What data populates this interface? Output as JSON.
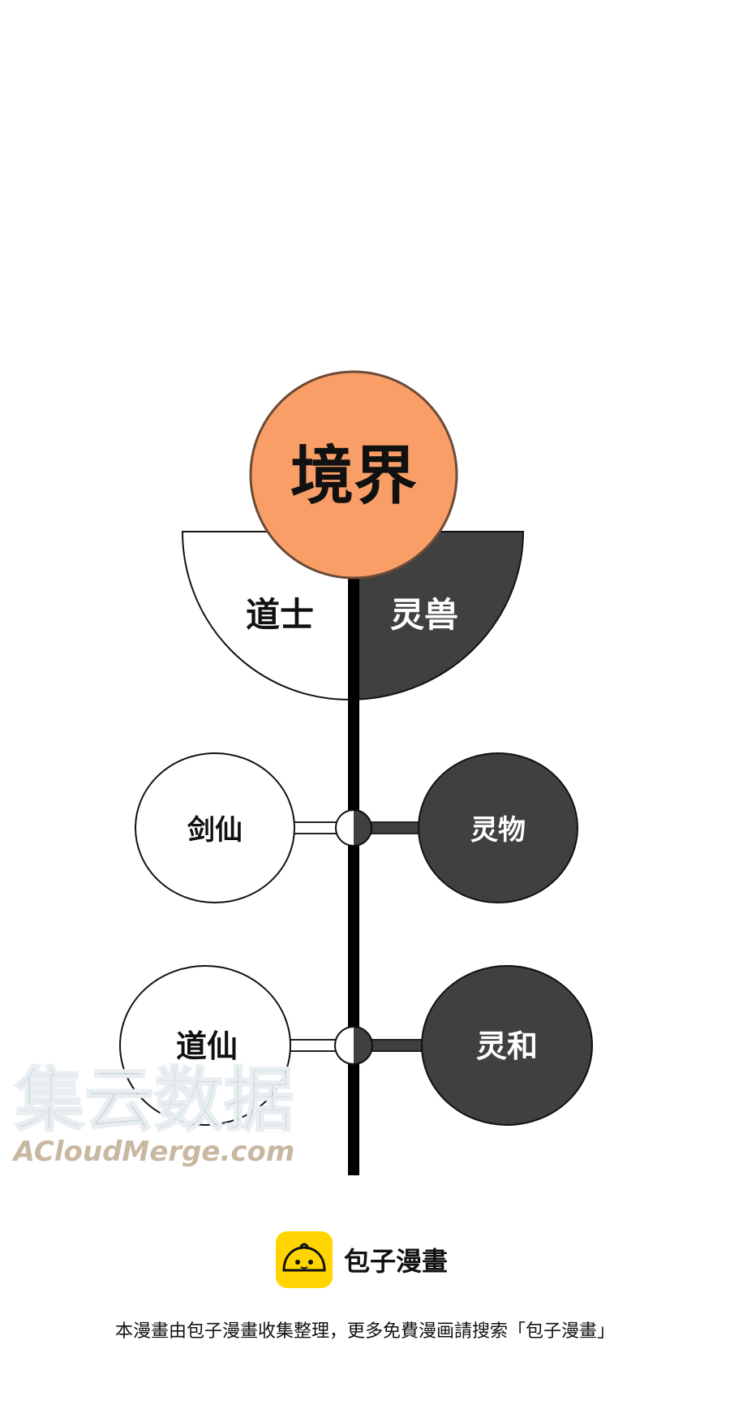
{
  "diagram": {
    "root": {
      "label": "境界",
      "color": "#f99e67"
    },
    "halves": {
      "left": {
        "label": "道士",
        "color": "#ffffff"
      },
      "right": {
        "label": "灵兽",
        "color": "#404040"
      }
    },
    "rows": [
      {
        "left": "剑仙",
        "right": "灵物"
      },
      {
        "left": "道仙",
        "right": "灵和"
      }
    ]
  },
  "watermark": {
    "cn": "集云数据",
    "en": "ACloudMerge.com"
  },
  "footer": {
    "brand": "包子漫畫",
    "note": "本漫畫由包子漫畫收集整理，更多免費漫画請搜索「包子漫畫」"
  }
}
